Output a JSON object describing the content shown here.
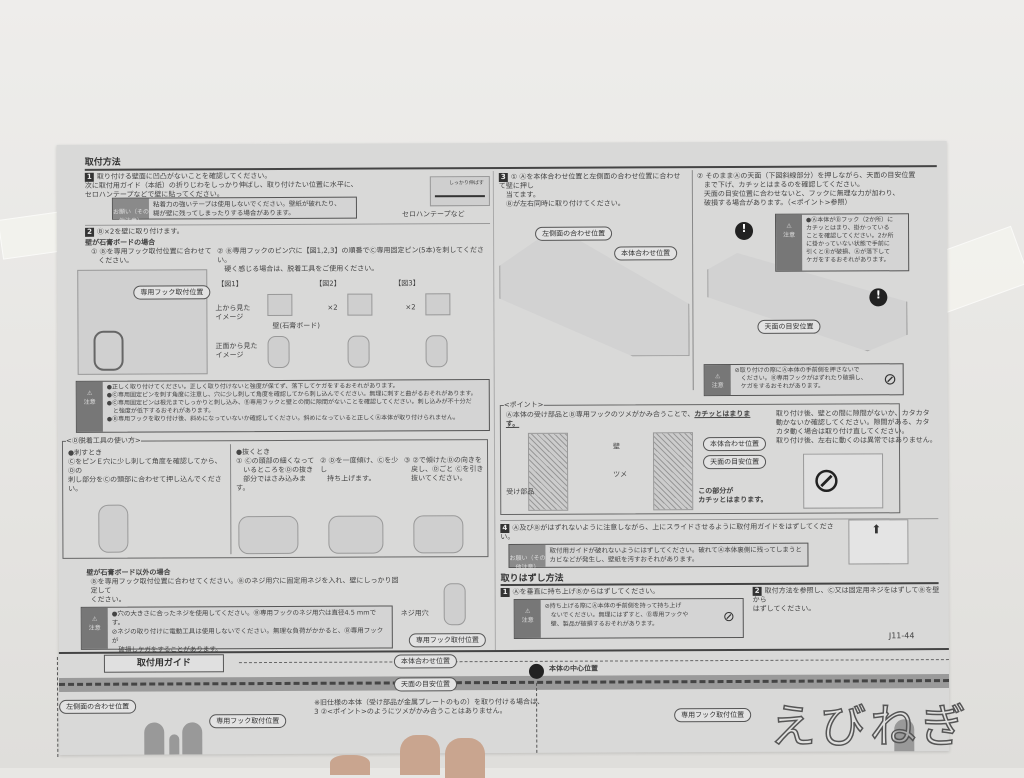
{
  "install": {
    "title": "取付方法",
    "step1": {
      "num": "1",
      "text": "取り付ける壁面に凹凸がないことを確認してください。\n次に取付用ガイド（本紙）の折りじわをしっかり伸ばし、取り付けたい位置に水平に、\nセロハンテープなどで壁に貼ってください。",
      "note_tag": "お願い（その他注意）",
      "note": "粘着力の強いテープは使用しないでください。壁紙が破れたり、\n糊が壁に残ってしまったりする場合があります。",
      "fig_label": "セロハンテープなど",
      "fig_tag": "しっかり伸ばす"
    },
    "step2": {
      "num": "2",
      "text": "Ⓑ×2を壁に取り付けます。",
      "sub1": "壁が石膏ボードの場合",
      "c1": "① Ⓑを専用フック取付位置に合わせて\n　ください。",
      "c2": "② Ⓑ専用フックのピン穴に【図1,2,3】の順番でⒸ専用固定ピン(5本)を刺してください。\n　硬く感じる場合は、脱着工具をご使用ください。",
      "figs": [
        "【図1】",
        "【図2】",
        "【図3】"
      ],
      "fig_top": "上から見た\nイメージ",
      "fig_front": "正面から見た\nイメージ",
      "wall": "壁(石膏ボード)",
      "hook_label": "専用フック取付位置",
      "x2": "×2"
    },
    "caution": {
      "tag": "注意",
      "lines": [
        "●正しく取り付けてください。正しく取り付けないと強度が保てず、落下してケガをするおそれがあります。",
        "●Ⓒ専用固定ピンを刺す角度に注意し、穴に少し刺して角度を確認してから刺し込んでください。無理に刺すと曲がるおそれがあります。",
        "●Ⓒ専用固定ピンは根元までしっかりと刺し込み、Ⓑ専用フックと壁との間に隙間がないことを確認してください。刺し込みが不十分だ\n　と強度が低下するおそれがあります。",
        "●Ⓑ専用フックを取り付け後、斜めになっていないか確認してください。斜めになっていると正しくⒶ本体が取り付けられません。"
      ]
    },
    "tool": {
      "title": "<Ⓓ脱着工具の使い方>",
      "insert_h": "●刺すとき",
      "insert": "ⒸをピンＥ穴に少し刺して角度を確認してから、Ⓓの\n刺し部分をⒸの頭部に合わせて押し込んでください。",
      "remove_h": "●抜くとき",
      "r1": "① Ⓒの頭部の細くなって\n　いるところをⒹの抜き\n　部分ではさみ込みます。",
      "r2": "② Ⓓを一度傾け、Ⓒを少し\n　持ち上げます。",
      "r3": "③ ②で傾けたⒹの向きを\n　戻し、Ⓓごと Ⓒを引き\n　抜いてください。"
    },
    "non_gypsum": {
      "title": "壁が石膏ボード以外の場合",
      "text": "Ⓑを専用フック取付位置に合わせてください。Ⓑのネジ用穴に固定用ネジを入れ、壁にしっかり固定して\nください。",
      "tag": "注意",
      "lines": [
        "●穴の大きさに合ったネジを使用してください。Ⓑ専用フックのネジ用穴は直径4.5 mmです。",
        "⊘ネジの取り付けに電動工具は使用しないでください。無理な負荷がかかると、Ⓑ専用フックが\n　破損しケガをすることがあります。"
      ],
      "fig_hole": "ネジ用穴",
      "fig_label": "専用フック取付位置"
    },
    "step3": {
      "num": "3",
      "c1": "① Ⓐを本体合わせ位置と左側面の合わせ位置に合わせて壁に押し\n　当てます。\n　Ⓑが左右同時に取り付けてください。",
      "c2": "② そのままⒶの天面（下図斜線部分）を押しながら、天面の目安位置\n　まで下げ、カチッとはまるのを確認してください。\n　天面の目安位置に合わせないと、フックに無理な力が加わり、\n　破損する場合があります。（<ポイント>参照）",
      "left_side": "左側面の合わせ位置",
      "body_pos": "本体合わせ位置",
      "top_pos": "天面の目安位置",
      "warn_tag": "注意",
      "warn": "●Ⓐ本体がⒷフック（2か所）に\nカチッとはまり、掛かっている\nことを確認してください。2か所\nに掛かっていない状態で手前に\n引くとⒷが破損、Ⓐが落下して\nケガをするおそれがあります。",
      "warn2_tag": "注意",
      "warn2": "⊘取り付けの際にⒶ本体の手前側を押さないで\n　ください。Ⓑ専用フックがはずれたり破損し、\n　ケガをするおそれがあります。"
    },
    "point": {
      "title": "<ポイント>",
      "text": "Ⓐ本体の受け部品とⒷ専用フックのツメがかみ合うことで、",
      "emph": "カチッとはまります。",
      "recv": "受け部品",
      "claw": "ツメ",
      "wall": "壁",
      "click": "この部分が\nカチッとはまります。",
      "body_pos": "本体合わせ位置",
      "top_pos": "天面の目安位置",
      "side": "取り付け後、壁との間に隙間がないか、カタカタ\n動かないか確認してください。隙間がある、カタ\nカタ動く場合は取り付け直してください。\n取り付け後、左右に動くのは異常ではありません。"
    },
    "step4": {
      "num": "4",
      "text": "Ⓐ及びⒷがはずれないように注意しながら、上にスライドさせるように取付用ガイドをはずしてください。",
      "tag": "お願い（その他注意）",
      "note": "取付用ガイドが破れないようにはずしてください。破れてⒶ本体裏側に残ってしまうと\nカビなどが発生し、壁紙を汚すおそれがあります。"
    }
  },
  "removal": {
    "title": "取りはずし方法",
    "s1num": "1",
    "s1": "Ⓐを垂直に持ち上げⒷからはずしてください。",
    "tag": "注意",
    "warn": "⊘持ち上げる際にⒶ本体の手前側を持って持ち上げ\n　ないでください。無理にはずすと、Ⓑ専用フックや\n　壁、製品が破損するおそれがあります。",
    "s2num": "2",
    "s2": "取付方法を参照し、Ⓒ又は固定用ネジをはずしてⒷを壁から\nはずしてください。"
  },
  "code": "J11-44",
  "guide": {
    "title": "取付用ガイド",
    "body_pos": "本体合わせ位置",
    "center": "本体の中心位置",
    "top_pos": "天面の目安位置",
    "left_side": "左側面の合わせ位置",
    "hook": "専用フック取付位置",
    "hook2": "専用フック取付位置",
    "note": "※旧仕様の本体（受け部品が金属プレートのもの）を取り付ける場合は、\n3 ②<ポイント>のようにツメがかみ合うことはありません。"
  },
  "watermark": "えびねぎ"
}
